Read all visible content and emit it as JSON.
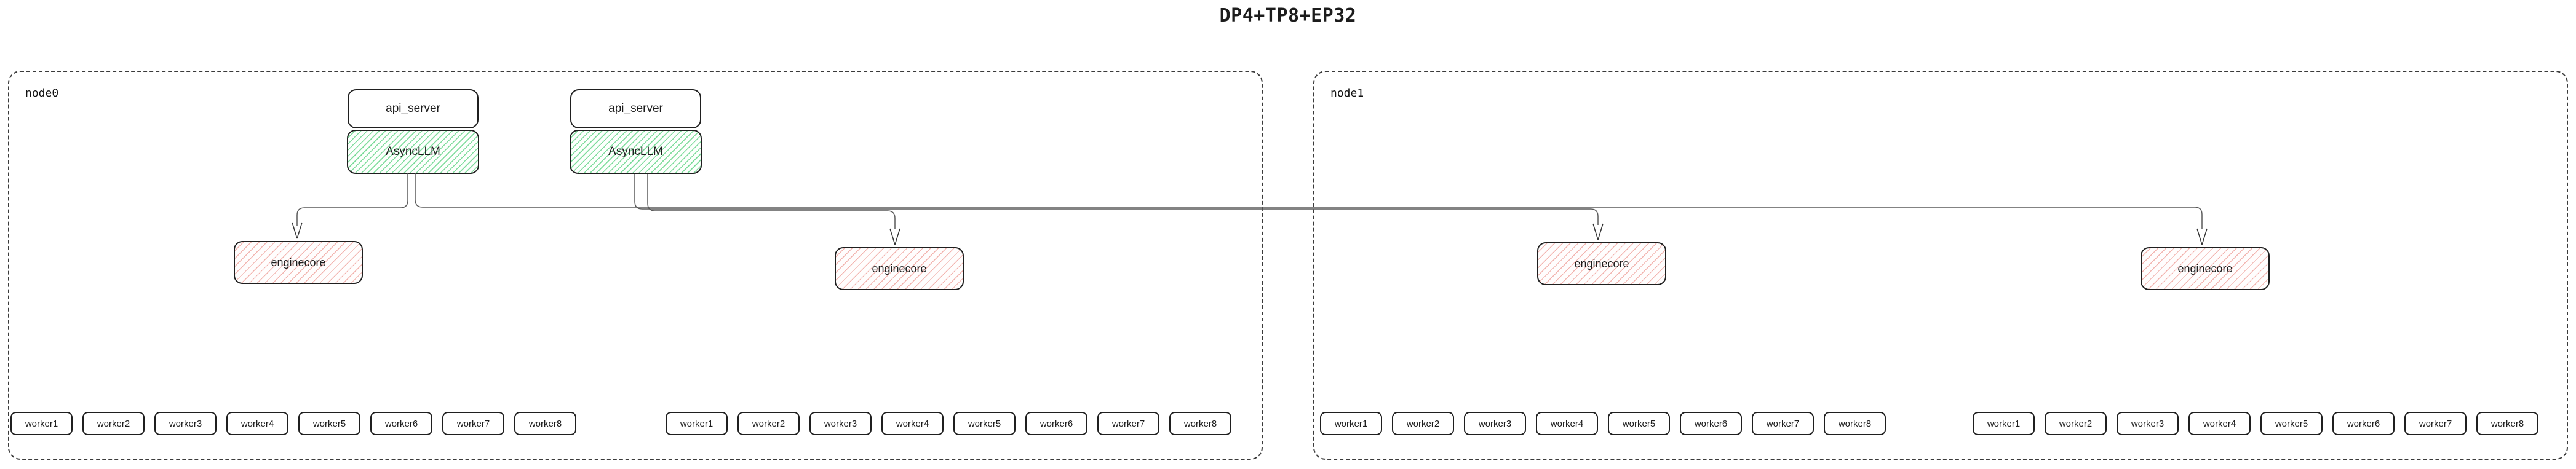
{
  "title": "DP4+TP8+EP32",
  "colors": {
    "border_dark": "#1f1f1f",
    "hatch_green": "#7edc9c",
    "hatch_pink": "#f2b3ae",
    "line_gray": "#5a5a5a",
    "text_color": "#1c1c1c"
  },
  "nodes": [
    {
      "label": "node0",
      "api_servers": [
        {
          "api_label": "api_server",
          "llm_label": "AsyncLLM"
        },
        {
          "api_label": "api_server",
          "llm_label": "AsyncLLM"
        }
      ],
      "enginecores": [
        "enginecore",
        "enginecore"
      ],
      "worker_groups": [
        [
          "worker1",
          "worker2",
          "worker3",
          "worker4",
          "worker5",
          "worker6",
          "worker7",
          "worker8"
        ],
        [
          "worker1",
          "worker2",
          "worker3",
          "worker4",
          "worker5",
          "worker6",
          "worker7",
          "worker8"
        ]
      ]
    },
    {
      "label": "node1",
      "enginecores": [
        "enginecore",
        "enginecore"
      ],
      "worker_groups": [
        [
          "worker1",
          "worker2",
          "worker3",
          "worker4",
          "worker5",
          "worker6",
          "worker7",
          "worker8"
        ],
        [
          "worker1",
          "worker2",
          "worker3",
          "worker4",
          "worker5",
          "worker6",
          "worker7",
          "worker8"
        ]
      ]
    }
  ]
}
